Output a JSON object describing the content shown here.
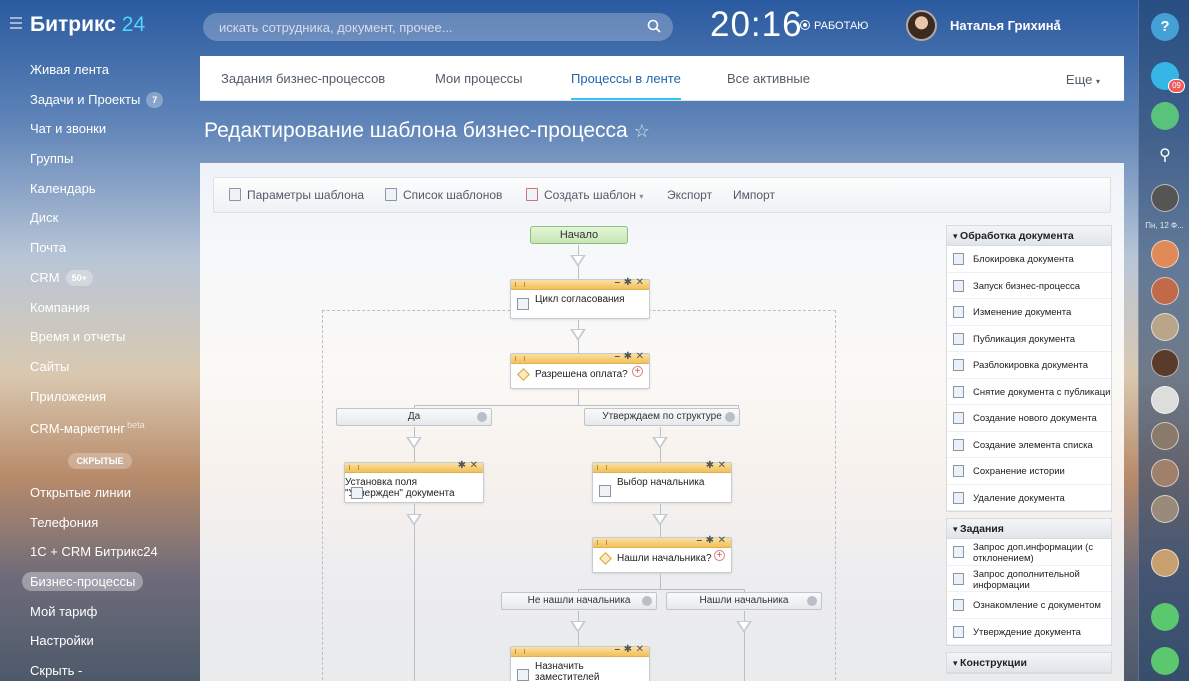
{
  "header": {
    "logo_text": "Битрикс",
    "logo_num": "24",
    "search_placeholder": "искать сотрудника, документ, прочее...",
    "time": "20:16",
    "work_status": "РАБОТАЮ",
    "user_name": "Наталья Грихина"
  },
  "sidebar": {
    "items": [
      {
        "label": "Живая лента"
      },
      {
        "label": "Задачи и Проекты",
        "badge": "7"
      },
      {
        "label": "Чат и звонки"
      },
      {
        "label": "Группы"
      },
      {
        "label": "Календарь"
      },
      {
        "label": "Диск"
      },
      {
        "label": "Почта"
      },
      {
        "label": "CRM",
        "badge": "50+"
      },
      {
        "label": "Компания"
      },
      {
        "label": "Время и отчеты"
      },
      {
        "label": "Сайты"
      },
      {
        "label": "Приложения"
      },
      {
        "label": "CRM-маркетинг",
        "sup": "beta"
      }
    ],
    "hidden_label": "СКРЫТЫЕ",
    "hidden_items": [
      {
        "label": "Открытые линии"
      },
      {
        "label": "Телефония"
      },
      {
        "label": "1С + CRM Битрикс24"
      },
      {
        "label": "Бизнес-процессы"
      },
      {
        "label": "Мой тариф"
      },
      {
        "label": "Настройки"
      },
      {
        "label": "Скрыть -"
      }
    ]
  },
  "right_panel": {
    "help": "?",
    "notif_count": "09",
    "date_label": "Пн, 12 Ф..."
  },
  "tabs": {
    "items": [
      "Задания бизнес-процессов",
      "Мои процессы",
      "Процессы в ленте",
      "Все активные"
    ],
    "active_index": 2,
    "more": "Еще"
  },
  "page": {
    "title": "Редактирование шаблона бизнес-процесса",
    "star": "☆"
  },
  "toolbar": {
    "params": "Параметры шаблона",
    "list": "Список шаблонов",
    "create": "Создать шаблон",
    "export": "Экспорт",
    "import": "Импорт"
  },
  "diagram": {
    "start": "Начало",
    "loop": "Цикл согласования",
    "condition1": "Разрешена оплата?",
    "branch_yes": "Да",
    "branch_structure": "Утверждаем по структуре",
    "set_field": "Установка поля \"Утвержден\" документа",
    "choose_boss": "Выбор начальника",
    "condition2": "Нашли начальника?",
    "branch_not_found": "Не нашли начальника",
    "branch_found": "Нашли начальника",
    "assign": "Назначить заместителей"
  },
  "palette": {
    "groups": [
      {
        "title": "Обработка документа",
        "items": [
          "Блокировка документа",
          "Запуск бизнес-процесса",
          "Изменение документа",
          "Публикация документа",
          "Разблокировка документа",
          "Снятие документа с публикации",
          "Создание нового документа",
          "Создание элемента списка",
          "Сохранение истории",
          "Удаление документа"
        ]
      },
      {
        "title": "Задания",
        "items": [
          "Запрос доп.информации (с отклонением)",
          "Запрос дополнительной информации",
          "Ознакомление с документом",
          "Утверждение документа"
        ]
      },
      {
        "title": "Конструкции",
        "items": []
      }
    ]
  }
}
